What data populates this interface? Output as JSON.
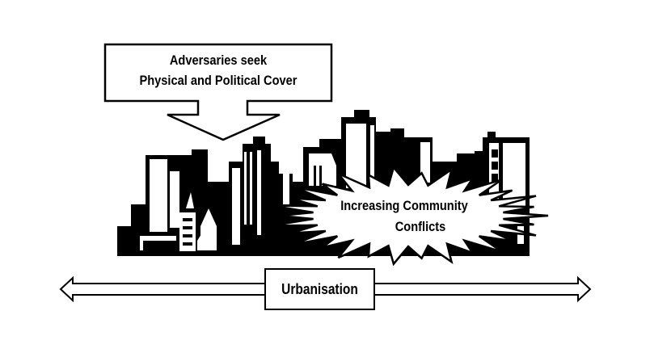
{
  "callout": {
    "line1": "Adversaries seek",
    "line2": "Physical and Political Cover"
  },
  "burst": {
    "line1": "Increasing Community",
    "line2": "Conflicts"
  },
  "axis": {
    "label": "Urbanisation"
  },
  "colors": {
    "ink": "#000000",
    "paper": "#ffffff"
  }
}
